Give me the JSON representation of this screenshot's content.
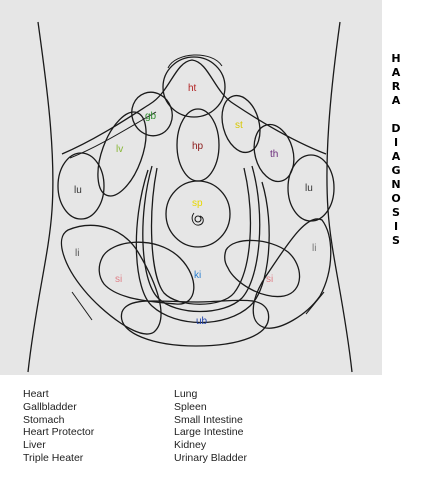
{
  "title": {
    "word1": [
      "H",
      "A",
      "R",
      "A"
    ],
    "word2": [
      "D",
      "I",
      "A",
      "G",
      "N",
      "O",
      "S",
      "I",
      "S"
    ]
  },
  "organs": {
    "ht": {
      "label": "ht",
      "color": "#b22222"
    },
    "gb": {
      "label": "gb",
      "color": "#2e8b2e"
    },
    "st": {
      "label": "st",
      "color": "#d8c800"
    },
    "lv": {
      "label": "lv",
      "color": "#88b838"
    },
    "hp": {
      "label": "hp",
      "color": "#8b1a1a"
    },
    "th": {
      "label": "th",
      "color": "#6a2a7a"
    },
    "lu_left": {
      "label": "lu",
      "color": "#333333"
    },
    "lu_right": {
      "label": "lu",
      "color": "#333333"
    },
    "sp": {
      "label": "sp",
      "color": "#e8d800"
    },
    "li_left": {
      "label": "li",
      "color": "#555555"
    },
    "li_right": {
      "label": "li",
      "color": "#777777"
    },
    "si_left": {
      "label": "si",
      "color": "#e08088"
    },
    "si_right": {
      "label": "si",
      "color": "#e08088"
    },
    "ki": {
      "label": "ki",
      "color": "#2a7fd0"
    },
    "ub": {
      "label": "ub",
      "color": "#2244aa"
    }
  },
  "legend": {
    "left": [
      "Heart",
      "Gallbladder",
      "Stomach",
      "Heart Protector",
      "Liver",
      "Triple Heater"
    ],
    "right": [
      "Lung",
      "Spleen",
      "Small Intestine",
      "Large Intestine",
      "Kidney",
      "Urinary Bladder"
    ]
  }
}
